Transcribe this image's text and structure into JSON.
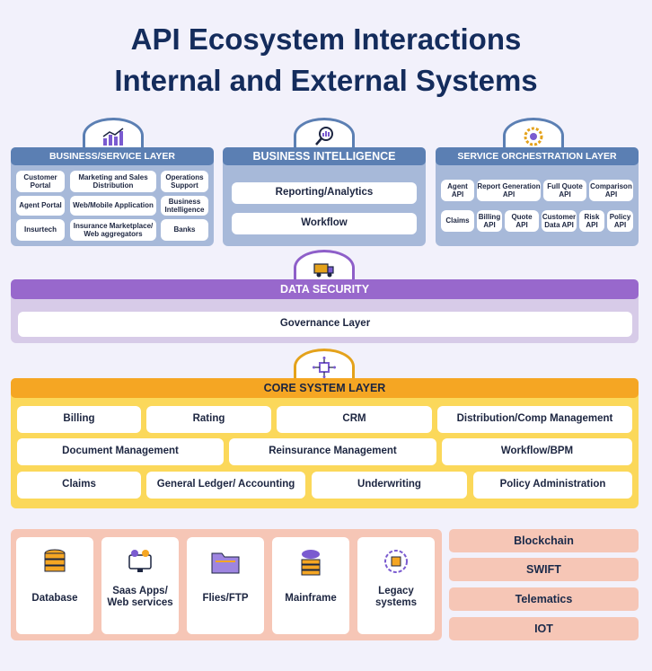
{
  "title_line1": "API Ecosystem Interactions",
  "title_line2": "Internal and External Systems",
  "business_layer": {
    "header": "BUSINESS/SERVICE LAYER",
    "items": [
      "Customer Portal",
      "Marketing and Sales Distribution",
      "Operations Support",
      "Agent Portal",
      "Web/Mobile Application",
      "Business Intelligence",
      "Insurtech",
      "Insurance Marketplace/ Web aggregators",
      "Banks"
    ]
  },
  "business_intelligence": {
    "header": "BUSINESS INTELLIGENCE",
    "items": [
      "Reporting/Analytics",
      "Workflow"
    ]
  },
  "orchestration": {
    "header": "SERVICE ORCHESTRATION LAYER",
    "items": [
      "Agent API",
      "Report Generation API",
      "Full Quote API",
      "Comparison API",
      "Claims",
      "Billing API",
      "Quote API",
      "Customer Data API",
      "Risk API",
      "Policy API"
    ]
  },
  "data_security": {
    "header": "DATA SECURITY",
    "item": "Governance Layer"
  },
  "core": {
    "header": "CORE SYSTEM LAYER",
    "items": [
      "Billing",
      "Rating",
      "CRM",
      "Distribution/Comp Management",
      "Document Management",
      "Reinsurance Management",
      "Workflow/BPM",
      "Claims",
      "General Ledger/ Accounting",
      "Underwriting",
      "Policy Administration"
    ]
  },
  "bottom_systems": [
    "Database",
    "Saas Apps/ Web services",
    "Flies/FTP",
    "Mainframe",
    "Legacy systems"
  ],
  "external": [
    "Blockchain",
    "SWIFT",
    "Telematics",
    "IOT"
  ]
}
